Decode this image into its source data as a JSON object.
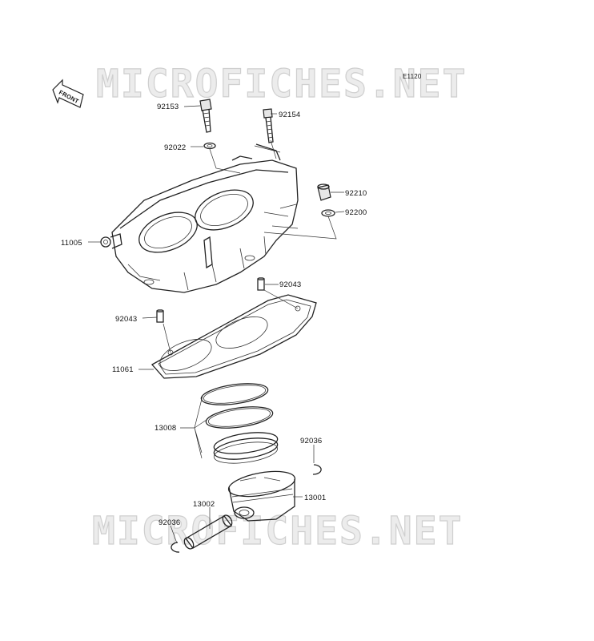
{
  "diagram": {
    "code": "E1120",
    "front_marker": "FRONT",
    "watermark": "MICROFICHES.NET"
  },
  "parts": {
    "p92153": "92153",
    "p92154": "92154",
    "p92022": "92022",
    "p92210": "92210",
    "p92200": "92200",
    "p11005": "11005",
    "p92043_right": "92043",
    "p92043_left": "92043",
    "p11061": "11061",
    "p13008": "13008",
    "p92036_right": "92036",
    "p13001": "13001",
    "p13002": "13002",
    "p92036_left": "92036"
  }
}
